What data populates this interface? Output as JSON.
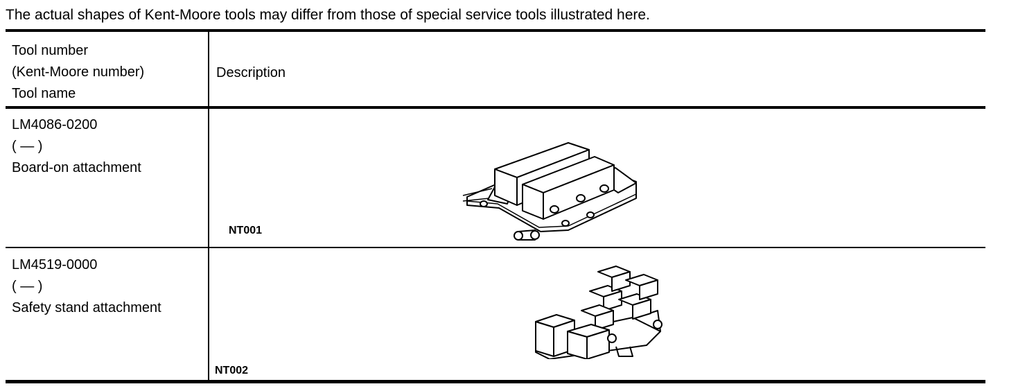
{
  "note": "The actual shapes of Kent-Moore tools may differ from those of special service tools illustrated here.",
  "header": {
    "tool_col": [
      "Tool number",
      "(Kent-Moore number)",
      "Tool name"
    ],
    "description_col": "Description"
  },
  "rows": [
    {
      "tool_number": "LM4086-0200",
      "kent_moore": "(    —    )",
      "tool_name": "Board-on attachment",
      "figure_code": "NT001",
      "illustration": "board-on-attachment-illustration"
    },
    {
      "tool_number": "LM4519-0000",
      "kent_moore": "(    —    )",
      "tool_name": "Safety stand attachment",
      "figure_code": "NT002",
      "illustration": "safety-stand-attachment-illustration"
    }
  ]
}
